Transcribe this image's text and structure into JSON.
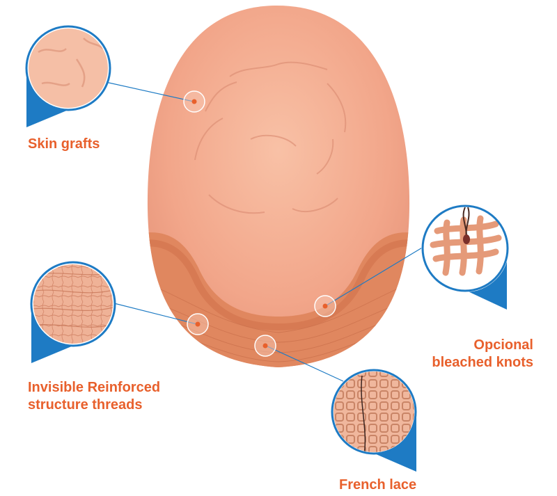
{
  "colors": {
    "accent_blue": "#1e7bc4",
    "label_orange": "#e8602c",
    "skin": "#f2a98f",
    "lace_band": "#e0875f"
  },
  "callouts": [
    {
      "id": "skin-grafts",
      "label": "Skin grafts",
      "icon": "skin-texture-icon"
    },
    {
      "id": "threads",
      "label": "Invisible Reinforced\nstructure threads",
      "icon": "thread-texture-icon"
    },
    {
      "id": "knots",
      "label": "Opcional\nbleached knots",
      "icon": "knot-mesh-icon"
    },
    {
      "id": "lace",
      "label": "French lace",
      "icon": "lace-mesh-icon"
    }
  ]
}
